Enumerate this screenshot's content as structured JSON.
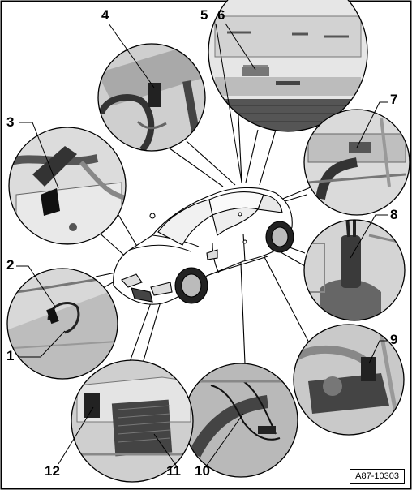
{
  "figure": {
    "reference_code": "A87-10303",
    "callouts": [
      {
        "id": "1",
        "label": "1"
      },
      {
        "id": "2",
        "label": "2"
      },
      {
        "id": "3",
        "label": "3"
      },
      {
        "id": "4",
        "label": "4"
      },
      {
        "id": "5",
        "label": "5"
      },
      {
        "id": "6",
        "label": "6"
      },
      {
        "id": "7",
        "label": "7"
      },
      {
        "id": "8",
        "label": "8"
      },
      {
        "id": "9",
        "label": "9"
      },
      {
        "id": "10",
        "label": "10"
      },
      {
        "id": "11",
        "label": "11"
      },
      {
        "id": "12",
        "label": "12"
      }
    ]
  }
}
